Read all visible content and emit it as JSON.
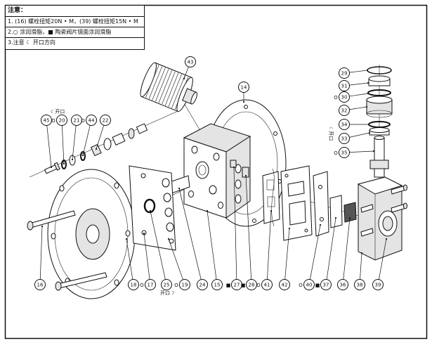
{
  "notes": {
    "title": "注意：",
    "line1": "1. (16) 螺栓扭矩20N • M，(39) 螺栓扭矩15N • M",
    "line2": "2.○ 涂润滑脂，■ 陶瓷阀片镜面涂润滑脂",
    "line3": "3.注意   ☾  开口方向"
  },
  "callouts": [
    "43",
    "14",
    "29",
    "31",
    "30",
    "32",
    "34",
    "33",
    "35",
    "45",
    "20",
    "21",
    "44",
    "22",
    "16",
    "18",
    "17",
    "25",
    "19",
    "24",
    "15",
    "27",
    "28",
    "41",
    "42",
    "40",
    "37",
    "36",
    "38",
    "39"
  ],
  "lube_marks": {
    "20": "O",
    "44": "O",
    "30": "O",
    "35": "O",
    "17": "O",
    "19": "O",
    "27": "■",
    "28": "■",
    "41": "O",
    "40": "O",
    "37": "■"
  },
  "opening_labels": {
    "top": "☾开口",
    "right": "☾开口",
    "bottom": "开口☽"
  }
}
